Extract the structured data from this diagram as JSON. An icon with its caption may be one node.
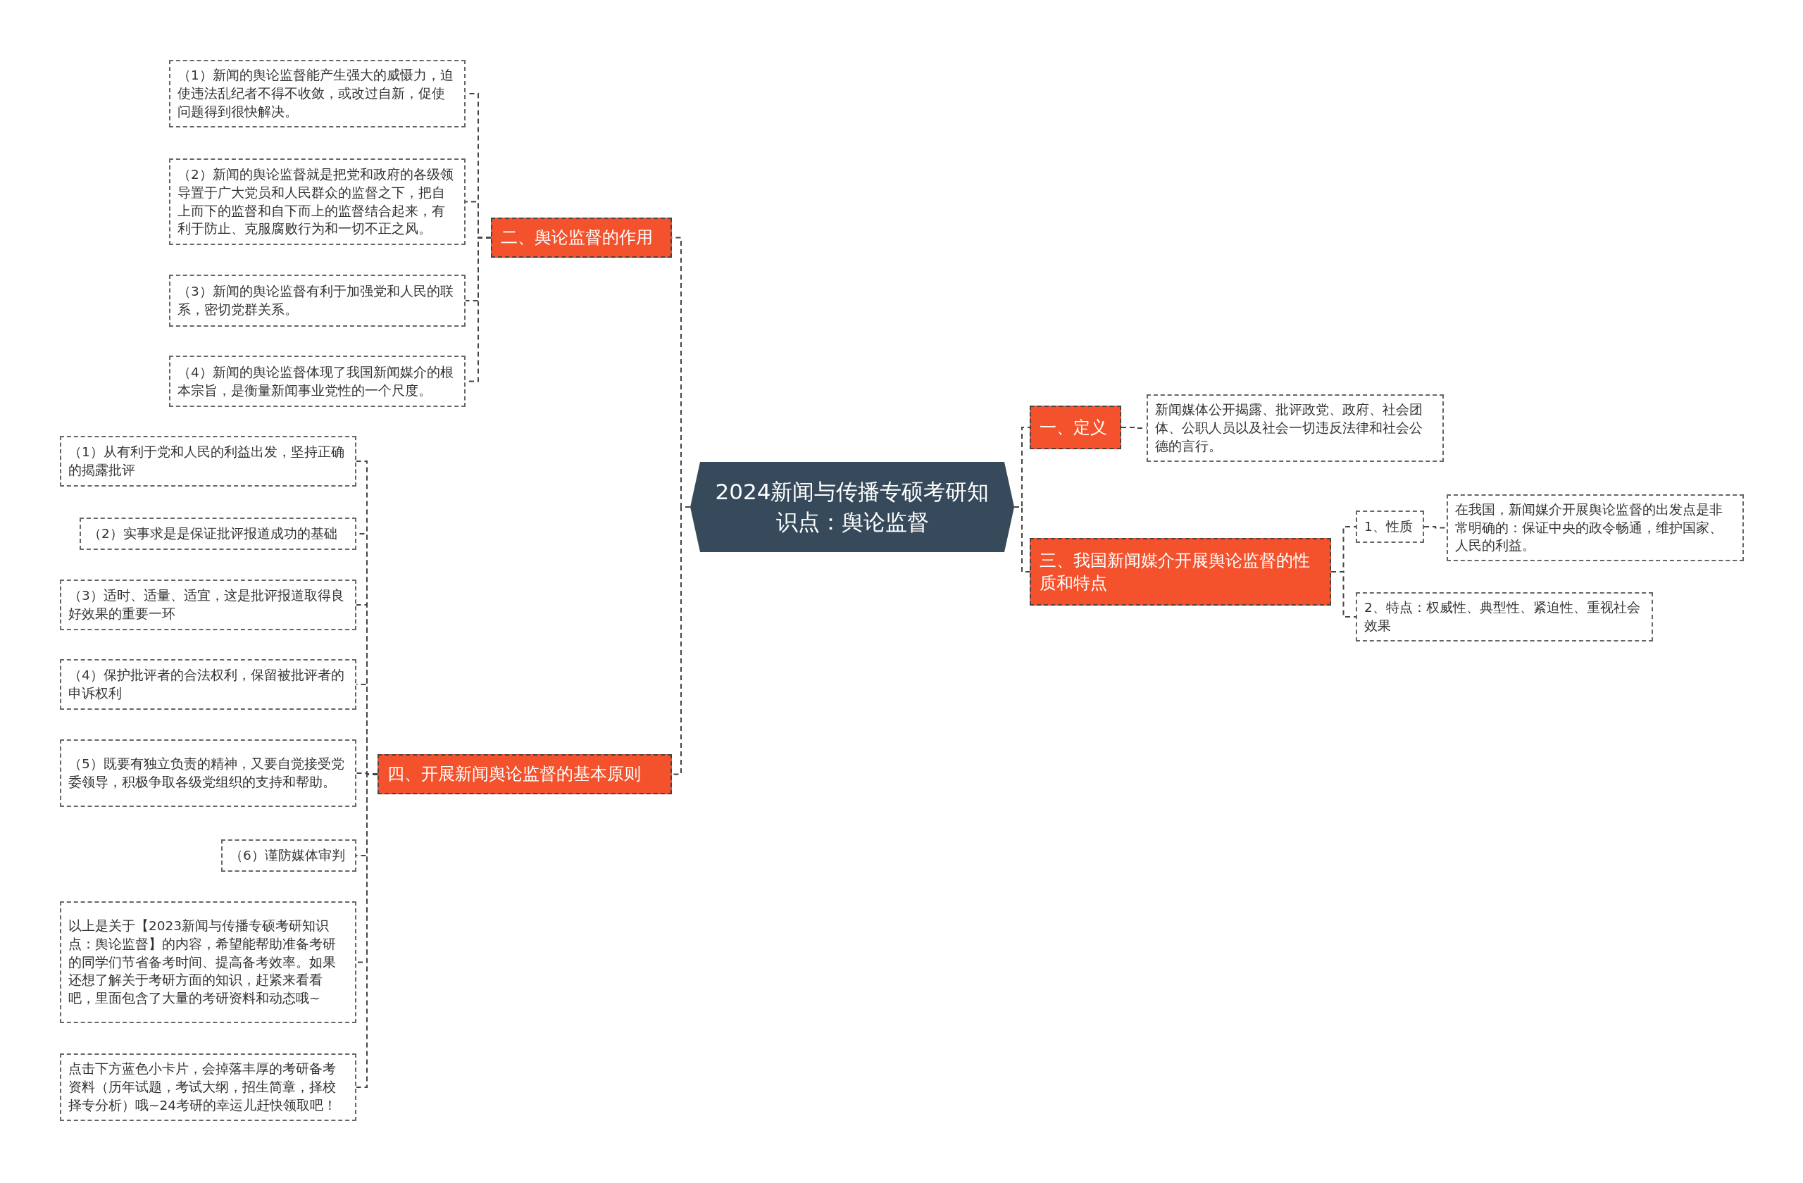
{
  "diagram": {
    "nodes": [
      {
        "text": [
          "2024新闻与传播专硕考研知识点：舆论监督"
        ]
      },
      {
        "text": [
          "一、定义"
        ]
      },
      {
        "text": [
          "新闻媒体公开揭露、批评政党、政府、社会团体、公职人员以及社会一切违反法律和社会公德的言行。"
        ]
      },
      {
        "text": [
          "三、我国新闻媒介开展舆论监督的性质和特点"
        ]
      },
      {
        "text": [
          "1、性质"
        ]
      },
      {
        "text": [
          "在我国，新闻媒介开展舆论监督的出发点是非常明确的：保证中央的政令畅通，维护国家、人民的利益。"
        ]
      },
      {
        "text": [
          "2、特点：权威性、典型性、紧迫性、重视社会效果"
        ]
      },
      {
        "text": [
          "二、舆论监督的作用"
        ]
      },
      {
        "text": [
          "（1）新闻的舆论监督能产生强大的威慑力，迫使违法乱纪者不得不收敛，或改过自新，促使问题得到很快解决。"
        ]
      },
      {
        "text": [
          "（2）新闻的舆论监督就是把党和政府的各级领导置于广大党员和人民群众的监督之下，把自上而下的监督和自下而上的监督结合起来，有利于防止、克服腐败行为和一切不正之风。"
        ]
      },
      {
        "text": [
          "（3）新闻的舆论监督有利于加强党和人民的联系，密切党群关系。"
        ]
      },
      {
        "text": [
          "（4）新闻的舆论监督体现了我国新闻媒介的根本宗旨，是衡量新闻事业党性的一个尺度。"
        ]
      },
      {
        "text": [
          "四、开展新闻舆论监督的基本原则"
        ]
      },
      {
        "text": [
          "（1）从有利于党和人民的利益出发，坚持正确的揭露批评"
        ]
      },
      {
        "text": [
          "（2）实事求是是保证批评报道成功的基础"
        ]
      },
      {
        "text": [
          "（3）适时、适量、适宜，这是批评报道取得良好效果的重要一环"
        ]
      },
      {
        "text": [
          "（4）保护批评者的合法权利，保留被批评者的申诉权利"
        ]
      },
      {
        "text": [
          "（5）既要有独立负责的精神，又要自觉接受党委领导，积极争取各级党组织的支持和帮助。"
        ]
      },
      {
        "text": [
          "（6）谨防媒体审判"
        ]
      },
      {
        "text": [
          "以上是关于【2023新闻与传播专硕考研知识点：舆论监督】的内容，希望能帮助准备考研的同学们节省备考时间、提高备考效率。如果还想了解关于考研方面的知识，赶紧来看看吧，里面包含了大量的考研资料和动态哦~"
        ]
      },
      {
        "text": [
          "点击下方蓝色小卡片，会掉落丰厚的考研备考资料（历年试题，考试大纲，招生简章，择校择专分析）哦~24考研的幸运儿赶快领取吧！"
        ]
      }
    ],
    "edges": [
      {
        "from": 0,
        "to": 1,
        "arrow": "none"
      },
      {
        "from": 1,
        "to": 2,
        "arrow": "none"
      },
      {
        "from": 0,
        "to": 3,
        "arrow": "none"
      },
      {
        "from": 3,
        "to": 4,
        "arrow": "none"
      },
      {
        "from": 4,
        "to": 5,
        "arrow": "none"
      },
      {
        "from": 3,
        "to": 6,
        "arrow": "none"
      },
      {
        "from": 0,
        "to": 7,
        "arrow": "none"
      },
      {
        "from": 7,
        "to": 8,
        "arrow": "none"
      },
      {
        "from": 7,
        "to": 9,
        "arrow": "none"
      },
      {
        "from": 7,
        "to": 10,
        "arrow": "none"
      },
      {
        "from": 7,
        "to": 11,
        "arrow": "none"
      },
      {
        "from": 0,
        "to": 12,
        "arrow": "none"
      },
      {
        "from": 12,
        "to": 13,
        "arrow": "none"
      },
      {
        "from": 12,
        "to": 14,
        "arrow": "none"
      },
      {
        "from": 12,
        "to": 15,
        "arrow": "none"
      },
      {
        "from": 12,
        "to": 16,
        "arrow": "none"
      },
      {
        "from": 12,
        "to": 17,
        "arrow": "none"
      },
      {
        "from": 12,
        "to": 18,
        "arrow": "none"
      },
      {
        "from": 12,
        "to": 19,
        "arrow": "none"
      },
      {
        "from": 12,
        "to": 20,
        "arrow": "none"
      }
    ]
  }
}
